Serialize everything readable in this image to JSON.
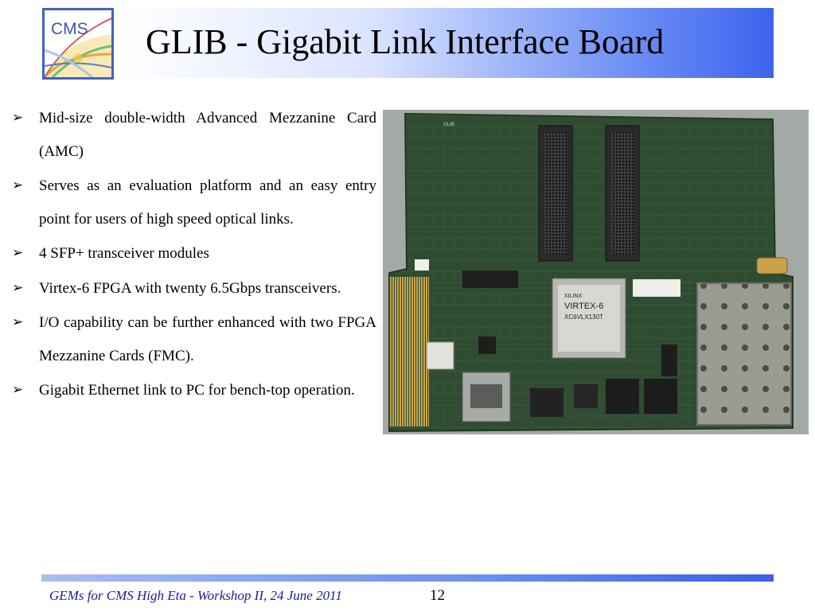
{
  "logo": {
    "text": "CMS"
  },
  "title": "GLIB - Gigabit Link Interface Board",
  "bullets": [
    "Mid-size double-width Advanced Mezzanine Card (AMC)",
    "Serves as an evaluation platform and an easy entry point for users of high speed optical links.",
    "4 SFP+ transceiver modules",
    "Virtex-6 FPGA with twenty 6.5Gbps transceivers.",
    "I/O capability can be further enhanced with two FPGA Mezzanine Cards (FMC).",
    "Gigabit Ethernet link to PC for bench-top operation."
  ],
  "photo": {
    "chip_brand": "XILINX",
    "chip_name": "VIRTEX-6",
    "chip_part": "XC6VLX130T",
    "board_label": "GLIB"
  },
  "footer": {
    "text": "GEMs for CMS High Eta - Workshop II, 24 June 2011",
    "page": "12"
  },
  "colors": {
    "title_gradient_end": "#3d63ee",
    "logo_border": "#3f62c8",
    "footer_text": "#1a1aa6",
    "pcb_green": "#2e4a30"
  }
}
